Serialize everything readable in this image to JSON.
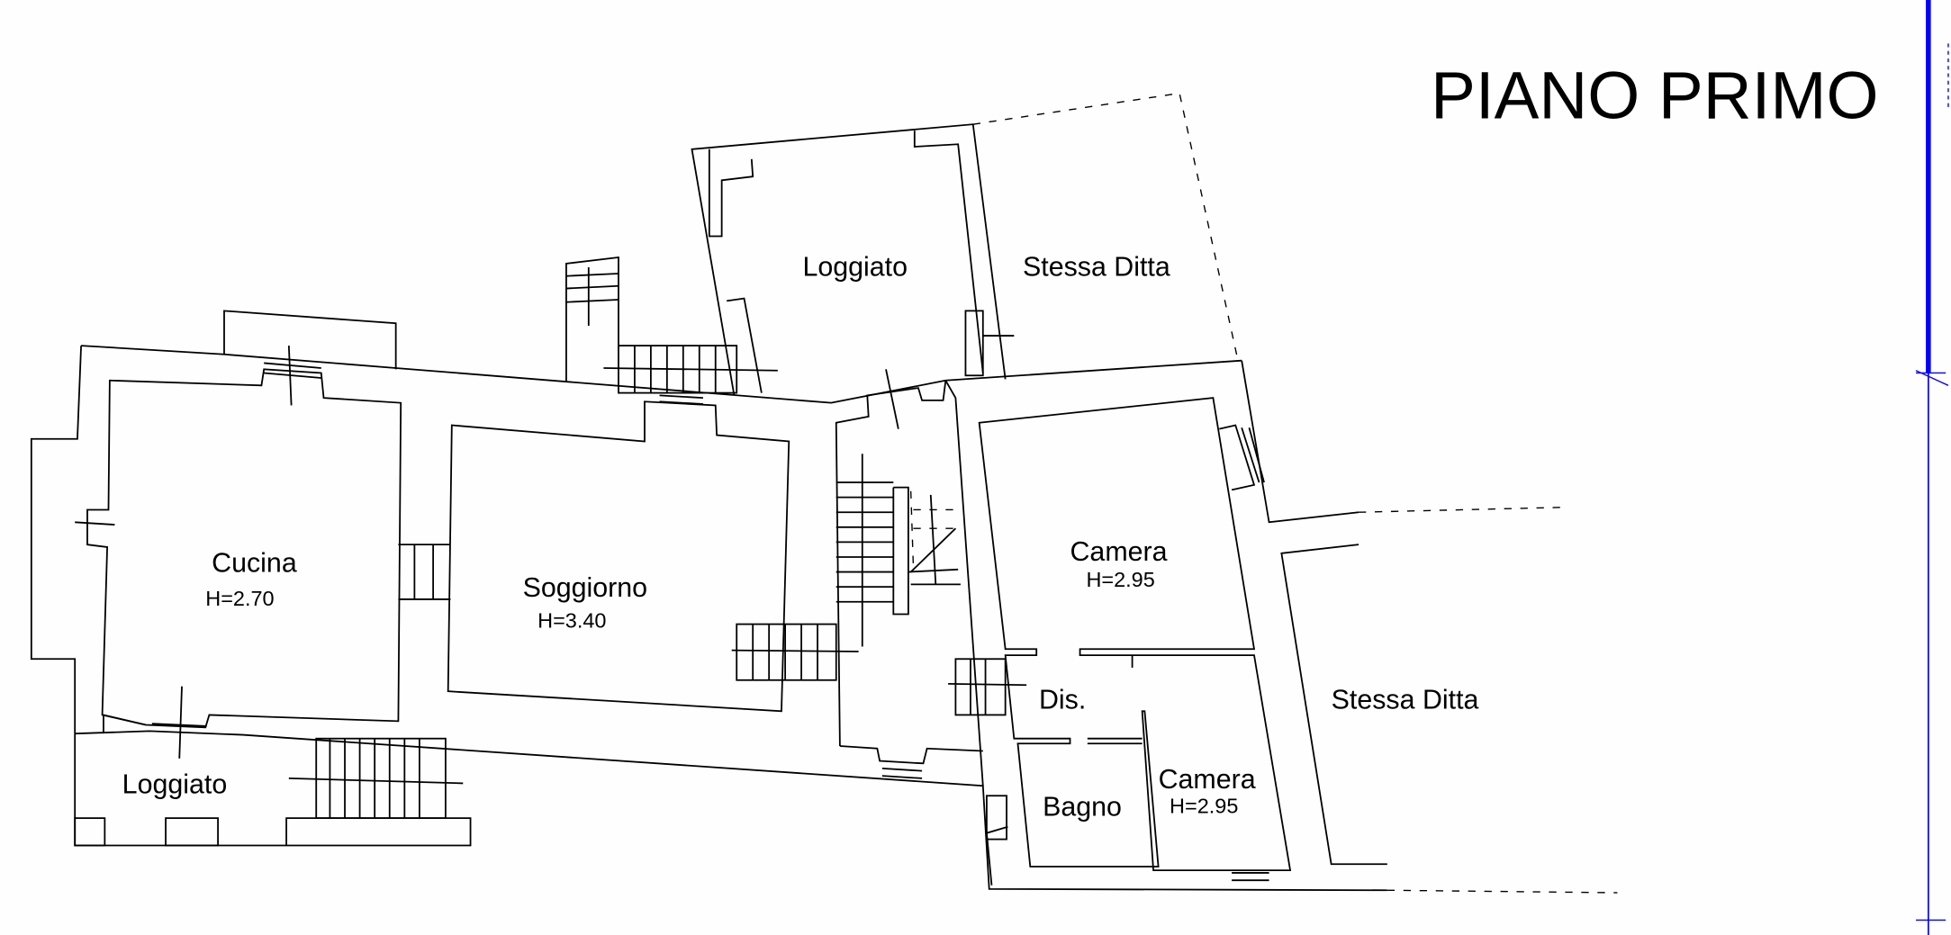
{
  "title": "PIANO PRIMO",
  "rooms": {
    "cucina": {
      "label": "Cucina",
      "height": "H=2.70"
    },
    "soggiorno": {
      "label": "Soggiorno",
      "height": "H=3.40"
    },
    "loggiato_bottom": {
      "label": "Loggiato"
    },
    "loggiato_top": {
      "label": "Loggiato"
    },
    "stessa_ditta_top": {
      "label": "Stessa Ditta"
    },
    "stessa_ditta_right": {
      "label": "Stessa Ditta"
    },
    "camera_1": {
      "label": "Camera",
      "height": "H=2.95"
    },
    "camera_2": {
      "label": "Camera",
      "height": "H=2.95"
    },
    "dis": {
      "label": "Dis."
    },
    "bagno": {
      "label": "Bagno"
    }
  },
  "colors": {
    "lines": "#000000",
    "guide": "#0000ff"
  }
}
